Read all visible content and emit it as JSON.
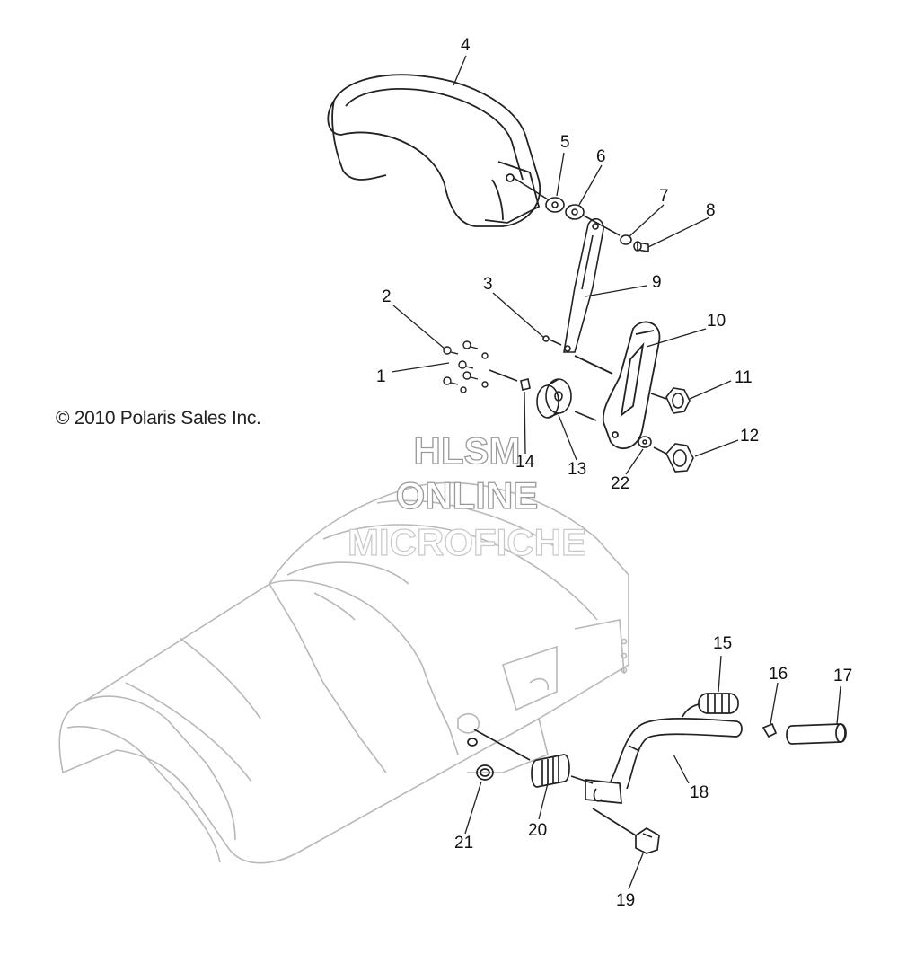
{
  "copyright": "© 2010 Polaris Sales Inc.",
  "watermark": {
    "line1": "HLSM",
    "line2": "ONLINE",
    "line3": "MICROFICHE"
  },
  "callouts": [
    "1",
    "2",
    "3",
    "4",
    "5",
    "6",
    "7",
    "8",
    "9",
    "10",
    "11",
    "12",
    "13",
    "14",
    "15",
    "16",
    "17",
    "18",
    "19",
    "20",
    "21",
    "22"
  ],
  "colors": {
    "line": "#222222",
    "seat_line": "#b5b5b5",
    "label": "#111111"
  }
}
